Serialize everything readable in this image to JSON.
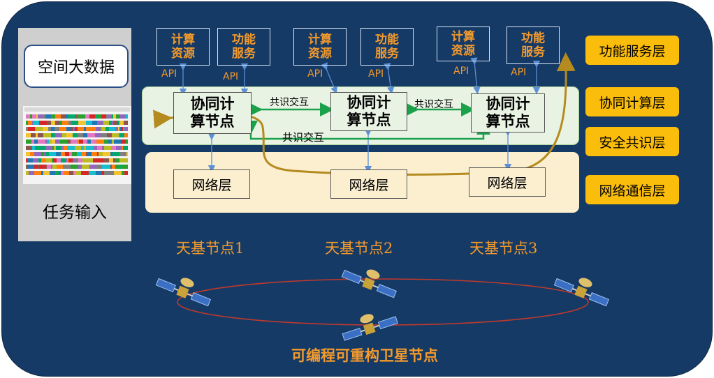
{
  "left": {
    "bigdata_label": "空间大数据",
    "task_label": "任务输入"
  },
  "services": [
    {
      "l1": "计算",
      "l2": "资源"
    },
    {
      "l1": "功能",
      "l2": "服务"
    },
    {
      "l1": "计算",
      "l2": "资源"
    },
    {
      "l1": "功能",
      "l2": "服务"
    },
    {
      "l1": "计算",
      "l2": "资源"
    },
    {
      "l1": "功能",
      "l2": "服务"
    }
  ],
  "api_label": "API",
  "nodes": [
    {
      "l1": "协同计",
      "l2": "算节点"
    },
    {
      "l1": "协同计",
      "l2": "算节点"
    },
    {
      "l1": "协同计",
      "l2": "算节点"
    }
  ],
  "consensus_label": "共识交互",
  "network_label": "网络层",
  "layers": {
    "function": "功能服务层",
    "compute": "协同计算层",
    "consensus": "安全共识层",
    "network": "网络通信层"
  },
  "satellites": [
    "天基节点1",
    "天基节点2",
    "天基节点3"
  ],
  "bottom_label": "可编程可重构卫星节点",
  "colors": {
    "background": "#163a66",
    "accent_orange": "#f39a2b",
    "layer_yellow": "#fbbd0b",
    "arrow_green": "#1aa14a",
    "path_gold": "#b58a1e",
    "connector_blue": "#5b8fd6"
  }
}
